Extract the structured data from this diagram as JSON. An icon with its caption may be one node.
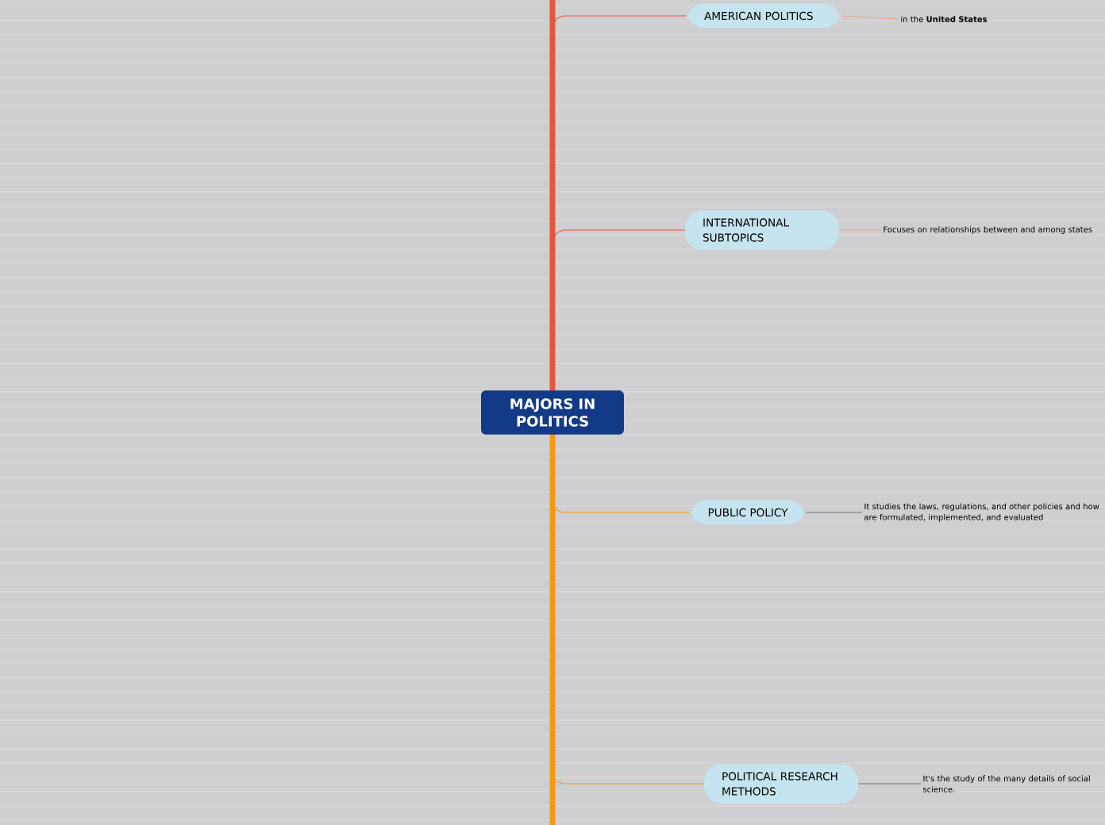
{
  "diagram": {
    "nodes": [
      {
        "text": [
          "MAJORS IN POLITICS"
        ]
      },
      {
        "text": [
          "AMERICAN POLITICS"
        ]
      },
      {
        "text": [
          "INTERNATIONAL SUBTOPICS"
        ]
      },
      {
        "text": [
          "PUBLIC POLICY"
        ]
      },
      {
        "text": [
          "POLITICAL RESEARCH METHODS"
        ]
      },
      {
        "text": [
          "in the **United States**"
        ]
      },
      {
        "text": [
          "Focuses on relationships between and among states"
        ]
      },
      {
        "text": [
          "It studies the laws, regulations, and other policies and how are formulated, implemented, and evaluated"
        ]
      },
      {
        "text": [
          "It's the study of the many details of social science."
        ]
      }
    ],
    "edges": [
      {
        "from": 0,
        "to": 1,
        "arrow": "none",
        "color": "#e8553a"
      },
      {
        "from": 0,
        "to": 2,
        "arrow": "none",
        "color": "#e8553a"
      },
      {
        "from": 0,
        "to": 3,
        "arrow": "none",
        "color": "#f59a0c"
      },
      {
        "from": 0,
        "to": 4,
        "arrow": "none",
        "color": "#f59a0c"
      },
      {
        "from": 1,
        "to": 5,
        "arrow": "none",
        "color": "#e8a090"
      },
      {
        "from": 2,
        "to": 6,
        "arrow": "none",
        "color": "#e8a090"
      },
      {
        "from": 3,
        "to": 7,
        "arrow": "none",
        "color": "#777777"
      },
      {
        "from": 4,
        "to": 8,
        "arrow": "none",
        "color": "#777777"
      }
    ]
  }
}
